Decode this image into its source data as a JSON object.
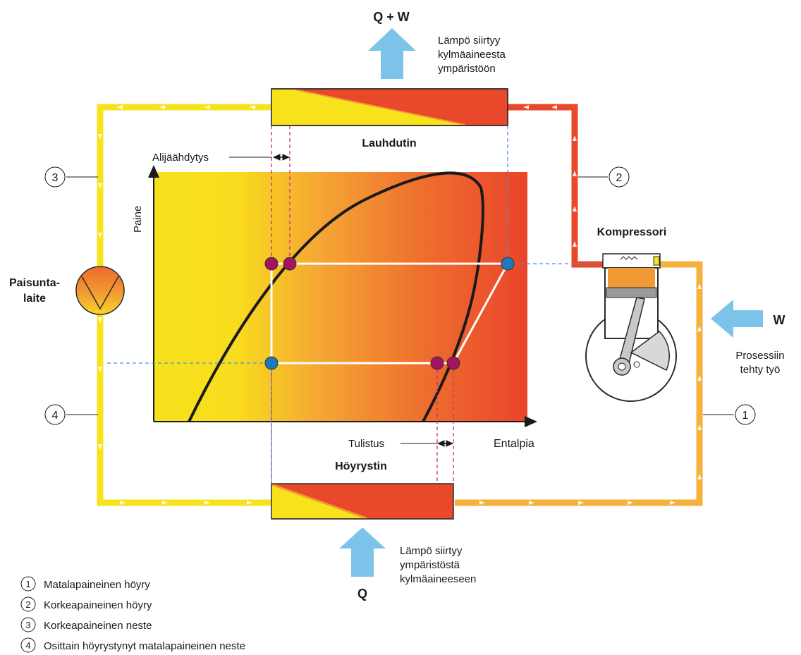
{
  "heat_out": {
    "label": "Q + W",
    "desc": [
      "Lämpö siirtyy",
      "kylmäaineesta",
      "ympäristöön"
    ]
  },
  "heat_in": {
    "label": "Q",
    "desc": [
      "Lämpö siirtyy",
      "ympäristöstä",
      "kylmäaineeseen"
    ]
  },
  "work_in": {
    "label": "W",
    "desc": [
      "Prosessiin",
      "tehty työ"
    ]
  },
  "components": {
    "condenser": "Lauhdutin",
    "evaporator": "Höyrystin",
    "compressor": "Kompressori",
    "expansion_valve": [
      "Paisunta-",
      "laite"
    ]
  },
  "axes": {
    "y": "Paine",
    "x": "Entalpia"
  },
  "annotations": {
    "subcooling": "Alijäähdytys",
    "superheat": "Tulistus"
  },
  "markers": [
    "1",
    "2",
    "3",
    "4"
  ],
  "legend": [
    {
      "number": "1",
      "text": "Matalapaineinen höyry"
    },
    {
      "number": "2",
      "text": "Korkeapaineinen höyry"
    },
    {
      "number": "3",
      "text": "Korkeapaineinen neste"
    },
    {
      "number": "4",
      "text": "Osittain höyrystynyt matalapaineinen neste"
    }
  ],
  "colors": {
    "liquid_yellow": "#f7e31c",
    "vapor_red": "#e9482a",
    "mid_orange": "#f29a33",
    "suction_orange": "#f6b13c",
    "heat_arrow_blue": "#7cc3ea",
    "state_point_magenta": "#a3145e",
    "state_point_blue": "#1f78b8",
    "dashed_blue": "#4a90d9",
    "dashed_magenta": "#c42a8a"
  }
}
